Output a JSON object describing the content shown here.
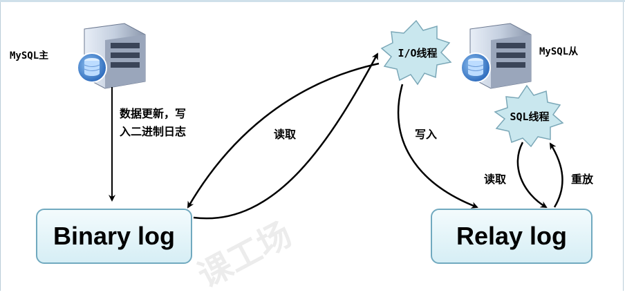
{
  "master": {
    "label": "MySQL主"
  },
  "slave": {
    "label": "MySQL从"
  },
  "master_step": {
    "line1": "数据更新，写",
    "line2": "入二进制日志"
  },
  "io_thread": {
    "label": "I/O线程"
  },
  "sql_thread": {
    "label": "SQL线程"
  },
  "binary_log": {
    "label": "Binary log"
  },
  "relay_log": {
    "label": "Relay log"
  },
  "edges": {
    "read_binlog": "读取",
    "write_relay": "写入",
    "read_relay": "读取",
    "replay": "重放"
  },
  "watermark": {
    "text": "课工场"
  },
  "colors": {
    "box_border": "#70a9bf",
    "box_fill": "#dff1f6",
    "star_fill": "#c9e7ee",
    "star_stroke": "#7aa7b7",
    "arrow": "#000000"
  }
}
